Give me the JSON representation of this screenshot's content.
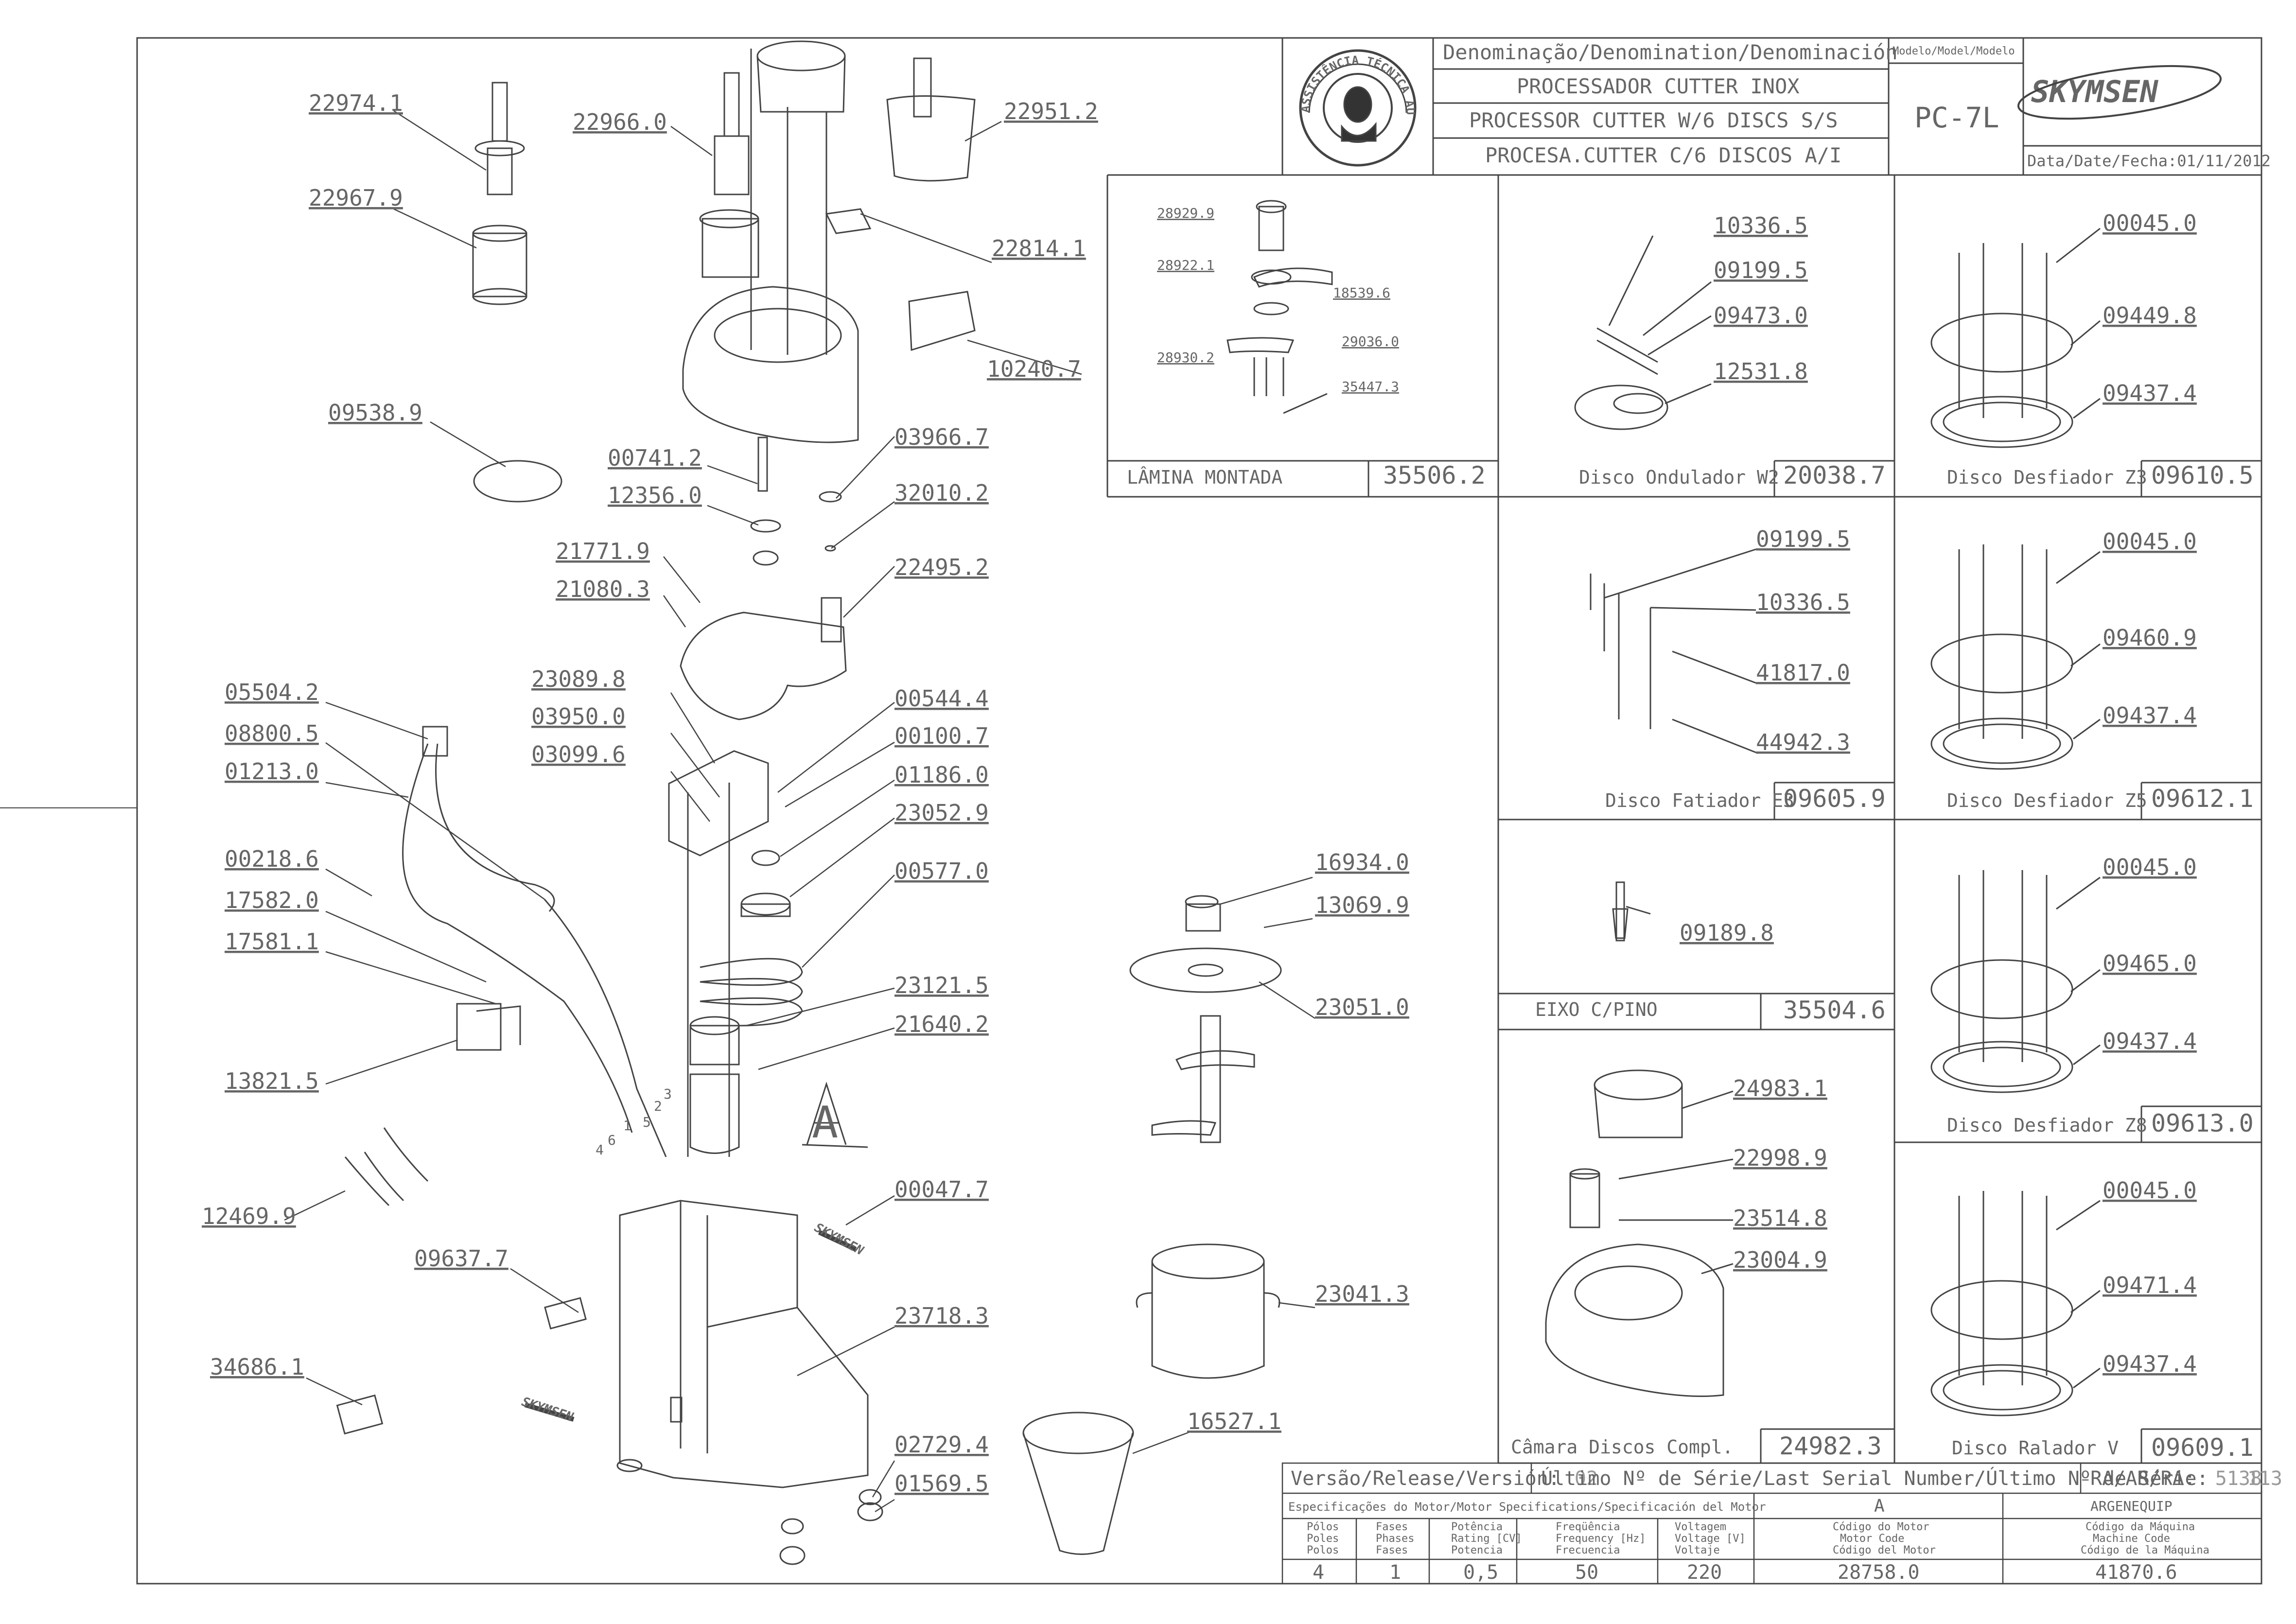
{
  "title_block": {
    "denomination_header": "Denominação/Denomination/Denominación",
    "name_pt": "PROCESSADOR CUTTER INOX",
    "name_en": "PROCESSOR CUTTER W/6 DISCS S/S",
    "name_es": "PROCESA.CUTTER C/6 DISCOS A/I",
    "model_header": "Modelo/Model/Modelo",
    "model": "PC-7L",
    "brand": "SKYMSEN",
    "date_label": "Data/Date/Fecha:",
    "date": "01/11/2012",
    "stamp_text": "ASSISTÊNCIA TÉCNICA AUTORIZADA"
  },
  "callouts_main": [
    "22974.1",
    "22967.9",
    "22966.0",
    "22951.2",
    "22814.1",
    "10240.7",
    "09538.9",
    "00741.2",
    "12356.0",
    "03966.7",
    "32010.2",
    "21771.9",
    "21080.3",
    "22495.2",
    "05504.2",
    "08800.5",
    "01213.0",
    "23089.8",
    "03950.0",
    "03099.6",
    "00544.4",
    "00100.7",
    "01186.0",
    "23052.9",
    "00577.0",
    "00218.6",
    "17582.0",
    "17581.1",
    "23121.5",
    "21640.2",
    "13821.5",
    "12469.9",
    "00047.7",
    "09637.7",
    "23718.3",
    "34686.1",
    "02729.4",
    "01569.5",
    "16934.0",
    "13069.9",
    "23051.0",
    "23041.3",
    "16527.1"
  ],
  "wire_numbers": [
    "1",
    "2",
    "3",
    "4",
    "5",
    "6"
  ],
  "detail_marker": "A",
  "panels": {
    "lamina": {
      "caption": "LÂMINA MONTADA",
      "code": "35506.2",
      "parts": [
        "28929.9",
        "28922.1",
        "18539.6",
        "29036.0",
        "28930.2",
        "35447.3"
      ]
    },
    "ondulador": {
      "caption": "Disco Ondulador W2",
      "code": "20038.7",
      "parts": [
        "10336.5",
        "09199.5",
        "09473.0",
        "12531.8"
      ]
    },
    "desfiador_z3": {
      "caption": "Disco Desfiador Z3",
      "code": "09610.5",
      "parts": [
        "00045.0",
        "09449.8",
        "09437.4"
      ]
    },
    "fatiador": {
      "caption": "Disco Fatiador E3",
      "code": "09605.9",
      "parts": [
        "09199.5",
        "10336.5",
        "41817.0",
        "44942.3"
      ]
    },
    "desfiador_z5": {
      "caption": "Disco Desfiador Z5",
      "code": "09612.1",
      "parts": [
        "00045.0",
        "09460.9",
        "09437.4"
      ]
    },
    "eixo": {
      "caption": "EIXO C/PINO",
      "code": "35504.6",
      "parts": [
        "09189.8"
      ]
    },
    "desfiador_z8": {
      "caption": "Disco Desfiador Z8",
      "code": "09613.0",
      "parts": [
        "00045.0",
        "09465.0",
        "09437.4"
      ]
    },
    "camara": {
      "caption": "Câmara Discos Compl.",
      "code": "24982.3",
      "parts": [
        "24983.1",
        "22998.9",
        "23514.8",
        "23004.9"
      ]
    },
    "ralador": {
      "caption": "Disco Ralador V",
      "code": "09609.1",
      "parts": [
        "00045.0",
        "09471.4",
        "09437.4"
      ]
    }
  },
  "footer": {
    "version_label": "Versão/Release/Versión:",
    "version": "02",
    "serial_label": "Último Nº de Série/Last Serial Number/Último Nº de Série:",
    "serial": "113",
    "ra_label": "RA/AR/RA:",
    "ra": "5138",
    "motor_spec_label": "Especificações do Motor/Motor Specifications/Specificación del Motor",
    "motor_letter": "A",
    "manufacturer": "ARGENEQUIP",
    "columns": [
      {
        "header": [
          "Pólos",
          "Poles",
          "Polos"
        ],
        "value": "4"
      },
      {
        "header": [
          "Fases",
          "Phases",
          "Fases"
        ],
        "value": "1"
      },
      {
        "header": [
          "Potência",
          "Rating [CV]",
          "Potencia"
        ],
        "value": "0,5"
      },
      {
        "header": [
          "Freqüência",
          "Frequency [Hz]",
          "Frecuencia"
        ],
        "value": "50"
      },
      {
        "header": [
          "Voltagem",
          "Voltage [V]",
          "Voltaje"
        ],
        "value": "220"
      },
      {
        "header": [
          "Código do Motor",
          "Motor Code",
          "Código del Motor"
        ],
        "value": "28758.0"
      },
      {
        "header": [
          "Código da Máquina",
          "Machine Code",
          "Código de la Máquina"
        ],
        "value": "41870.6"
      }
    ]
  }
}
